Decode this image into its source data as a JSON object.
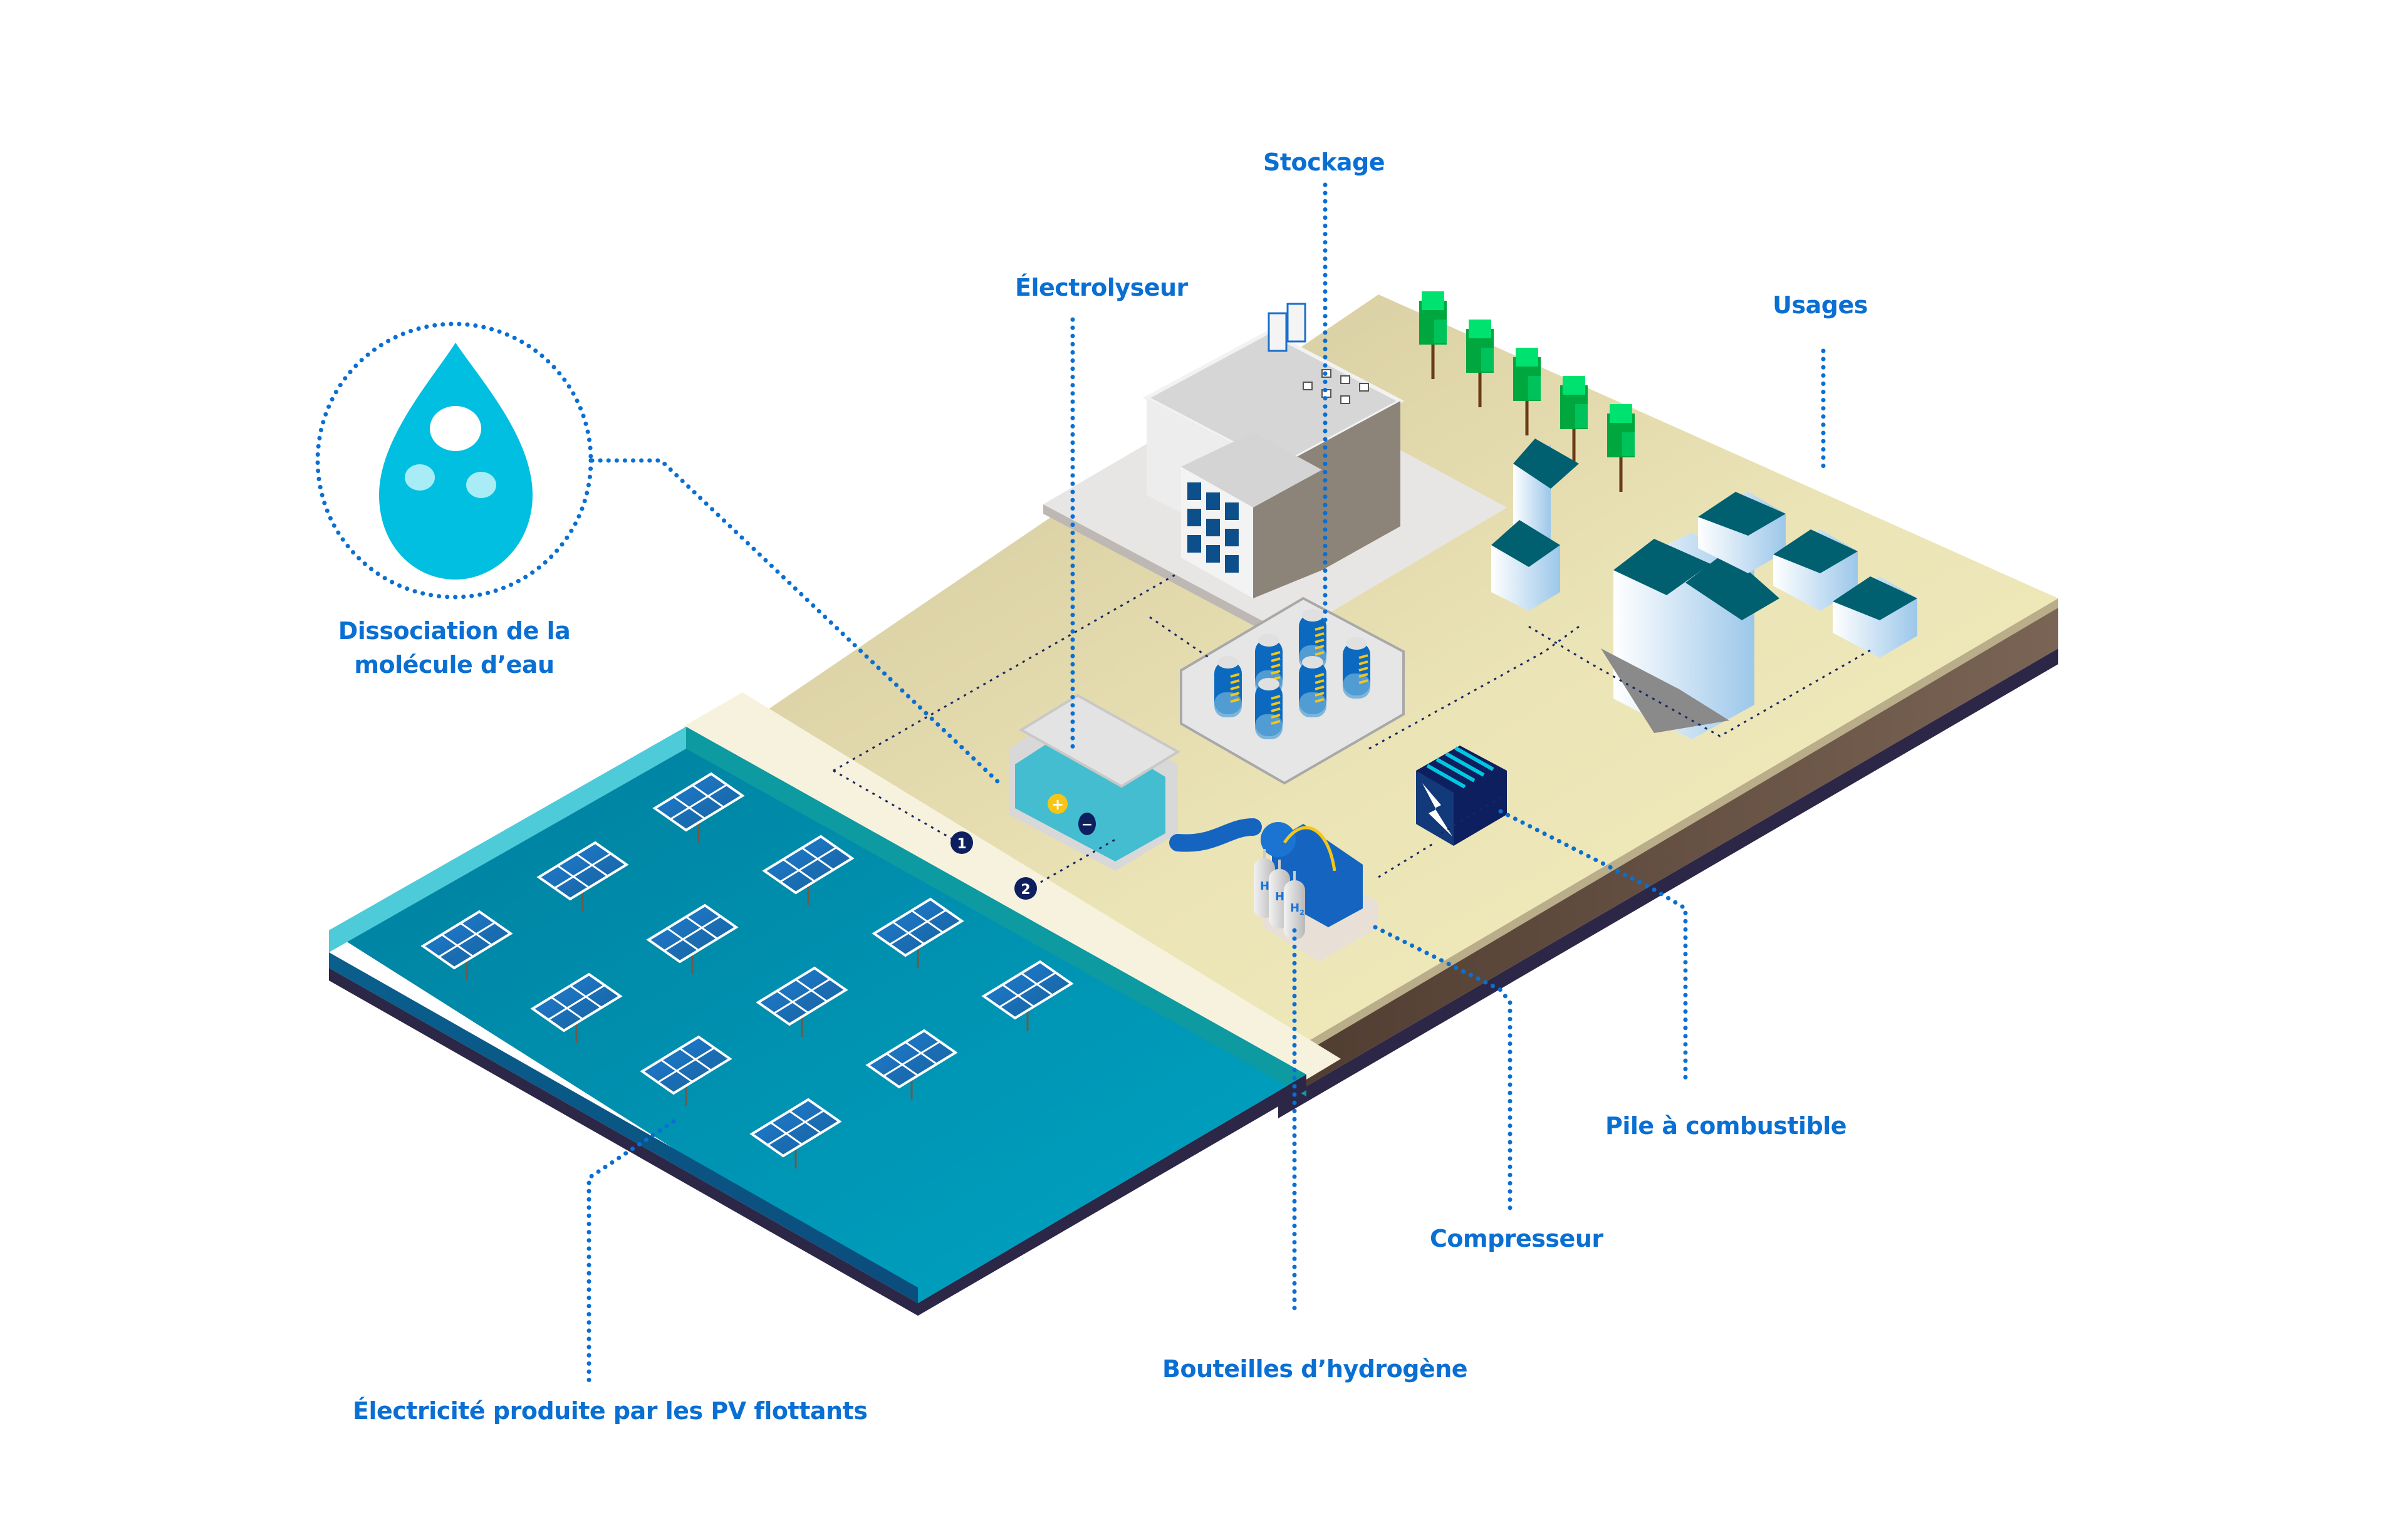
{
  "title": "Chaîne hydrogène alimentée par PV flottants",
  "colors": {
    "label": "#0a6fd3",
    "leader": "#0a6fd3",
    "water": "#0389a8",
    "water_edge": "#4ecbd9",
    "ground": "#ede6b3",
    "sand": "#f6f1dc",
    "soil": "#6b5546",
    "base": "#2c2647",
    "drop": "#00bfe0",
    "drop_bubble": "#a8ecf5",
    "h2_text": "#1b73d6",
    "tree": "#00d66b",
    "roof": "#006070",
    "battery": "#0b6abf",
    "fuel_cell_dark": "#0d1f5e",
    "fuel_cell_stripe": "#00c8e0"
  },
  "labels": {
    "dissociation": "Dissociation de la molécule d’eau",
    "dissociation_line1": "Dissociation de la",
    "dissociation_line2": "molécule d’eau",
    "electrolyseur": "Électrolyseur",
    "stockage": "Stockage",
    "usages": "Usages",
    "pile": "Pile à combustible",
    "compresseur": "Compresseur",
    "bouteilles": "Bouteilles d’hydrogène",
    "pv": "Électricité produite par les PV flottants"
  },
  "markers": [
    {
      "id": "1",
      "text": "1"
    },
    {
      "id": "2",
      "text": "2"
    }
  ],
  "electrodes": {
    "plus": "+",
    "minus": "−"
  },
  "bottles": [
    {
      "text": "H",
      "sub": "2"
    },
    {
      "text": "H",
      "sub": "2"
    },
    {
      "text": "H",
      "sub": "2"
    }
  ],
  "solar_panel_count": 12,
  "tree_count": 5,
  "battery_count": 6
}
